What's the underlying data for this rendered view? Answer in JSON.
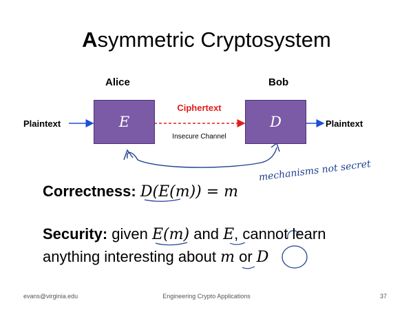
{
  "title": {
    "first_letter": "A",
    "rest": "symmetric Cryptosystem"
  },
  "diagram": {
    "alice": "Alice",
    "bob": "Bob",
    "encrypt_symbol": "E",
    "decrypt_symbol": "D",
    "plaintext_in": "Plaintext",
    "plaintext_out": "Plaintext",
    "ciphertext": "Ciphertext",
    "channel": "Insecure Channel",
    "annotation": "mechanisms not secret"
  },
  "correctness": {
    "label": "Correctness:",
    "formula": "D(E(m)) = m"
  },
  "security": {
    "label": "Security:",
    "given": "given",
    "em": "E(m)",
    "and": "and",
    "e": "E",
    "cannot": ", cannot learn",
    "line2": "anything interesting about",
    "m": "m",
    "or": "or",
    "d": "D"
  },
  "footer": {
    "email": "evans@virginia.edu",
    "center": "Engineering Crypto Applications",
    "page": "37"
  },
  "colors": {
    "box": "#7b5aa6",
    "cipher": "#e31b1b",
    "arrow": "#1e4fd6",
    "ink": "#1f3f8f"
  }
}
